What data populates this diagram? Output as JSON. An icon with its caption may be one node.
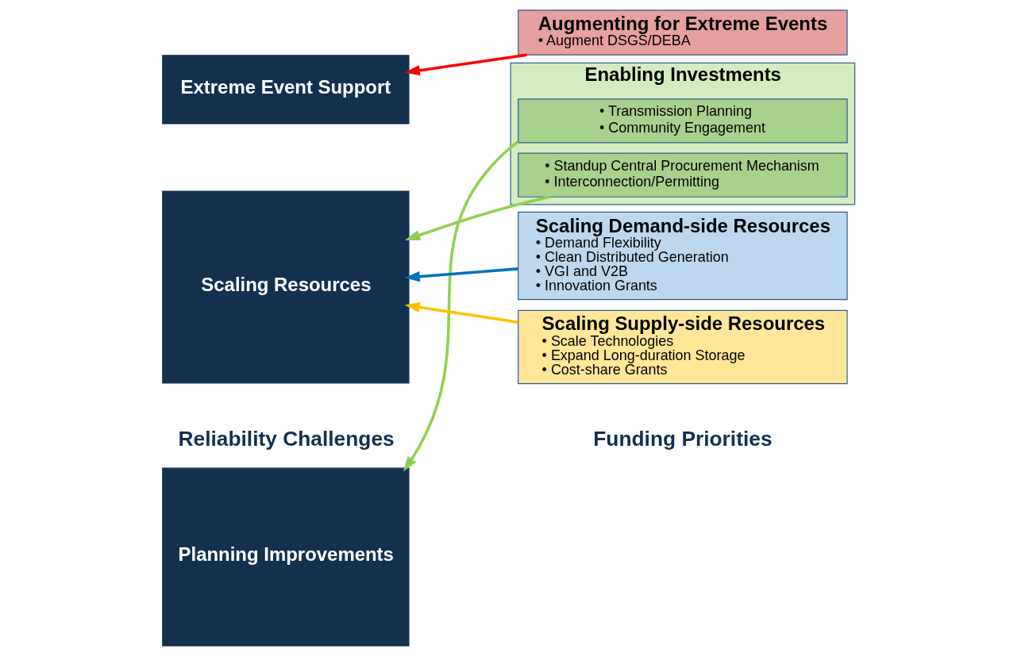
{
  "diagram": {
    "nodes": [
      {
        "text": [
          "Planning Improvements"
        ]
      },
      {
        "text": [
          "Scaling Resources"
        ]
      },
      {
        "text": [
          "Extreme Event Support"
        ]
      },
      {
        "text": [
          "Enabling Investments"
        ]
      },
      {
        "text": [
          "• Transmission Planning",
          "• Community Engagement"
        ],
        "in": 3
      },
      {
        "text": [
          "• Standup Central Procurement Mechanism",
          "• Interconnection/Permitting"
        ],
        "in": 3
      },
      {
        "text": [
          "Scaling Demand-side Resources",
          "• Demand Flexibility",
          "• Clean Distributed Generation",
          "• VGI and V2B",
          "• Innovation Grants"
        ]
      },
      {
        "text": [
          "Scaling Supply-side Resources",
          "• Scale Technologies",
          "• Expand Long-duration Storage",
          "• Cost-share Grants"
        ]
      },
      {
        "text": [
          "Augmenting for Extreme Events",
          "• Augment DSGS/DEBA"
        ]
      }
    ],
    "edges": [
      {
        "from": 4,
        "to": 0,
        "arrow": "to",
        "color": "#92d050"
      },
      {
        "from": 5,
        "to": 1,
        "arrow": "to",
        "color": "#92d050"
      },
      {
        "from": 6,
        "to": 1,
        "arrow": "to",
        "color": "#0070c0"
      },
      {
        "from": 7,
        "to": 1,
        "arrow": "to",
        "color": "#ffc000"
      },
      {
        "from": 8,
        "to": 2,
        "arrow": "to",
        "color": "#ff0000"
      }
    ],
    "labels": [
      "Reliability Challenges",
      "Funding Priorities"
    ]
  }
}
